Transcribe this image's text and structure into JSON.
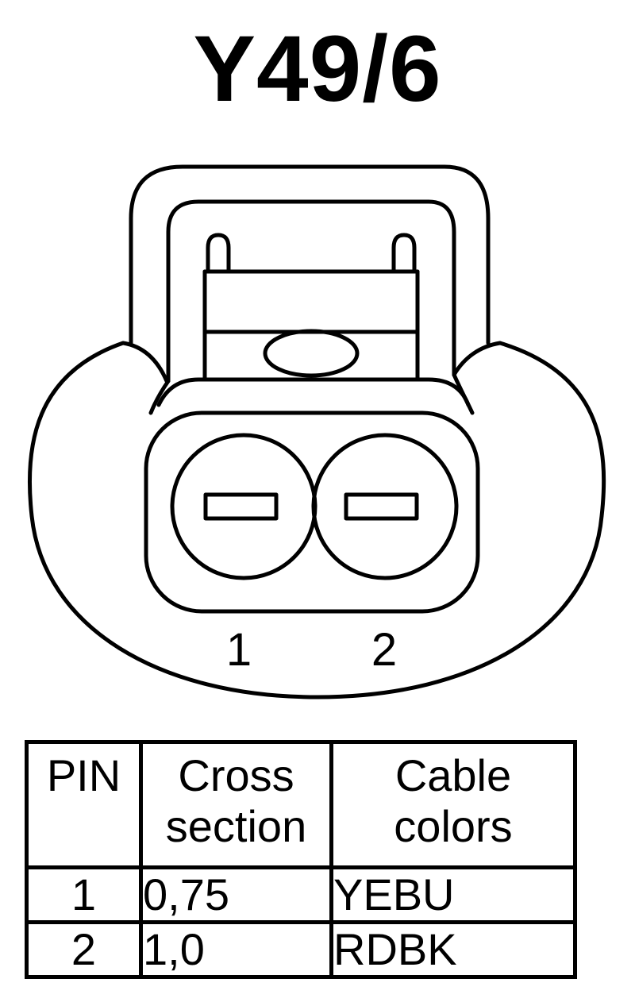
{
  "title": "Y49/6",
  "connector": {
    "pin_labels": [
      "1",
      "2"
    ]
  },
  "table": {
    "headers": {
      "pin": "PIN",
      "cross_section": [
        "Cross",
        "section"
      ],
      "cable_colors": [
        "Cable",
        "colors"
      ]
    },
    "rows": [
      {
        "pin": "1",
        "cross_section": "0,75",
        "cable_color": "YEBU"
      },
      {
        "pin": "2",
        "cross_section": "1,0",
        "cable_color": "RDBK"
      }
    ]
  }
}
